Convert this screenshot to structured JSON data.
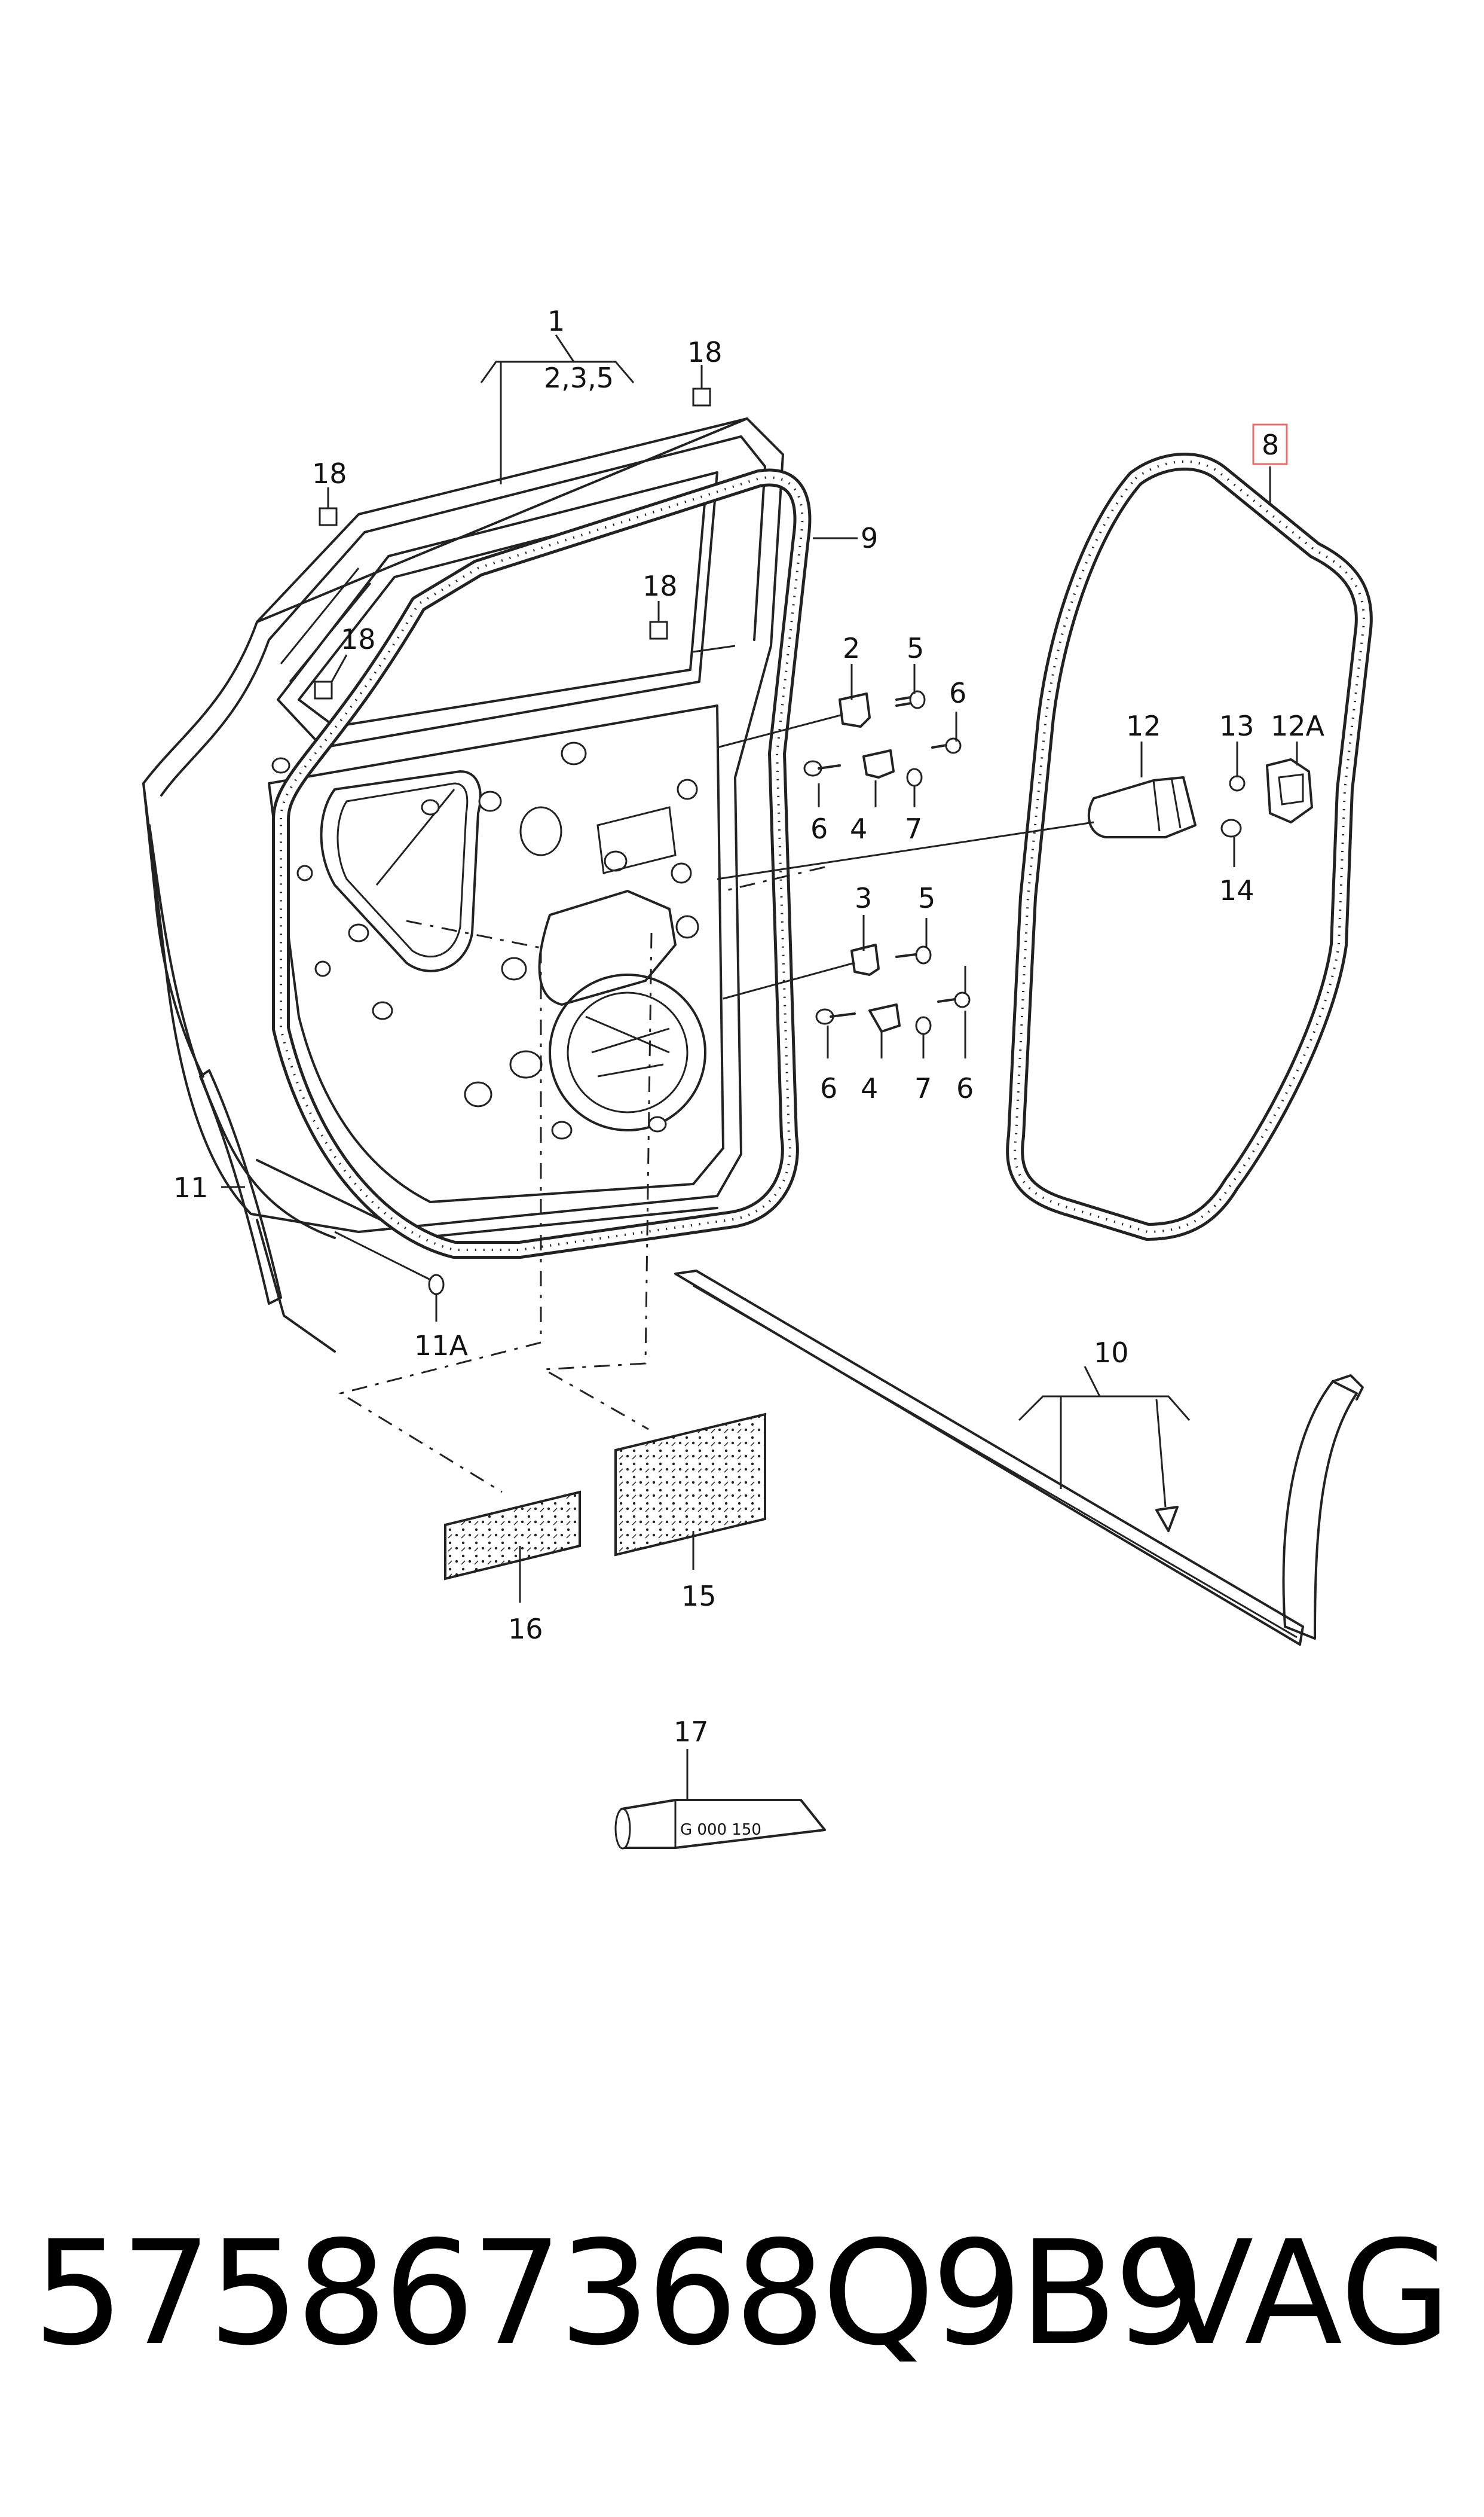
{
  "callouts": {
    "c1": "1",
    "c1_sub": "2,3,5",
    "c2": "2",
    "c3": "3",
    "c4a": "4",
    "c4b": "4",
    "c5a": "5",
    "c5b": "5",
    "c6a": "6",
    "c6b": "6",
    "c6c": "6",
    "c6d": "6",
    "c7a": "7",
    "c7b": "7",
    "c8": "8",
    "c9": "9",
    "c10": "10",
    "c11": "11",
    "c11a": "11A",
    "c12": "12",
    "c12a": "12A",
    "c13": "13",
    "c14": "14",
    "c15": "15",
    "c16": "16",
    "c17": "17",
    "c18a": "18",
    "c18b": "18",
    "c18c": "18",
    "c18d": "18"
  },
  "tube_text": "G 000 150",
  "highlight_color": "#e07070",
  "footer": {
    "part_number": "575867368Q9B9",
    "brand": "VAG"
  }
}
